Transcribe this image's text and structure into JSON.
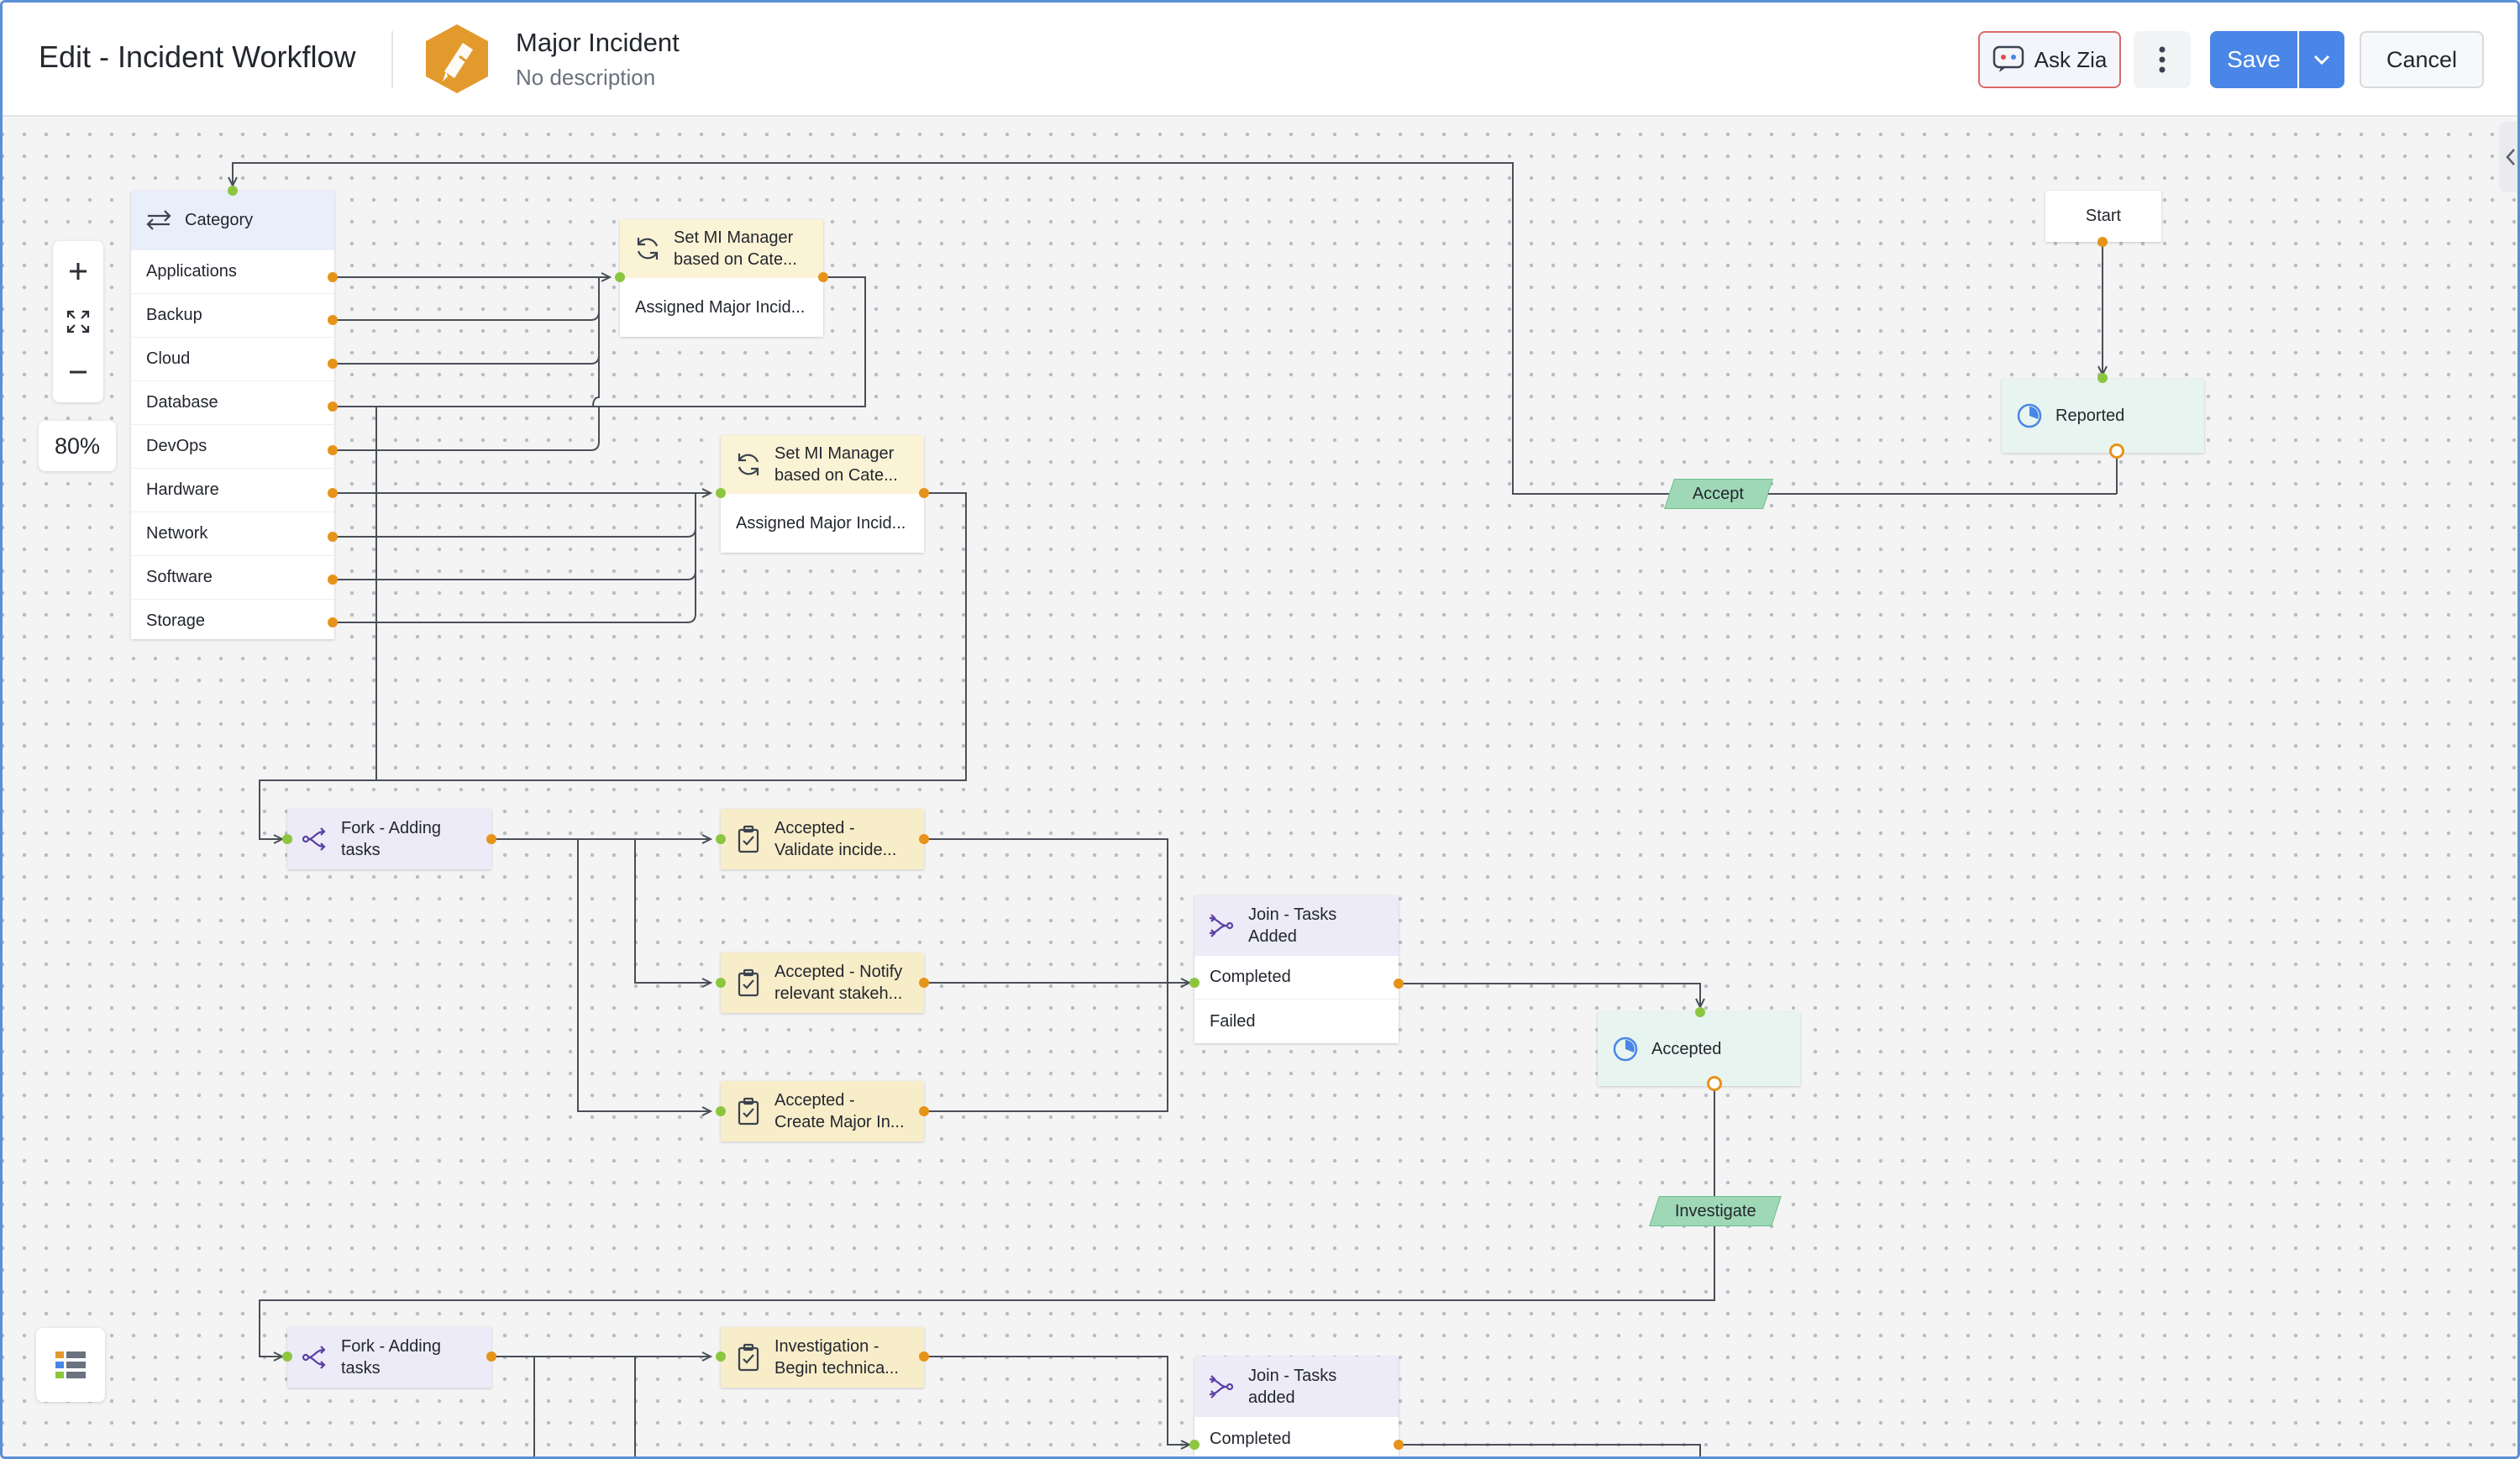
{
  "header": {
    "title": "Edit - Incident Workflow",
    "workflow_name": "Major Incident",
    "workflow_description": "No description",
    "ask_zia_label": "Ask Zia",
    "save_label": "Save",
    "cancel_label": "Cancel"
  },
  "zoom": {
    "level": "80%"
  },
  "category_node": {
    "title": "Category",
    "items": [
      "Applications",
      "Backup",
      "Cloud",
      "Database",
      "DevOps",
      "Hardware",
      "Network",
      "Software",
      "Storage"
    ]
  },
  "action_nodes": [
    {
      "title_line1": "Set MI Manager",
      "title_line2": "based on Cate...",
      "body": "Assigned Major Incid..."
    },
    {
      "title_line1": "Set MI Manager",
      "title_line2": "based on Cate...",
      "body": "Assigned Major Incid..."
    }
  ],
  "fork_nodes": [
    {
      "line1": "Fork - Adding",
      "line2": "tasks"
    },
    {
      "line1": "Fork - Adding",
      "line2": "tasks"
    }
  ],
  "task_nodes": [
    {
      "line1": "Accepted -",
      "line2": "Validate incide..."
    },
    {
      "line1": "Accepted - Notify",
      "line2": "relevant stakeh..."
    },
    {
      "line1": "Accepted -",
      "line2": "Create Major In..."
    },
    {
      "line1": "Investigation -",
      "line2": "Begin technica..."
    }
  ],
  "join_nodes": [
    {
      "line1": "Join - Tasks",
      "line2": "Added",
      "outcomes": [
        "Completed",
        "Failed"
      ]
    },
    {
      "line1": "Join - Tasks",
      "line2": "added",
      "outcomes": [
        "Completed"
      ]
    }
  ],
  "start_node": {
    "label": "Start"
  },
  "state_nodes": [
    {
      "label": "Reported"
    },
    {
      "label": "Accepted"
    }
  ],
  "transitions": [
    {
      "label": "Accept"
    },
    {
      "label": "Investigate"
    }
  ],
  "colors": {
    "accent": "#4a86e8",
    "port_out": "#e6931a",
    "port_in": "#8cc63f",
    "transition": "#9fd8b6",
    "logo": "#e39a2d"
  }
}
